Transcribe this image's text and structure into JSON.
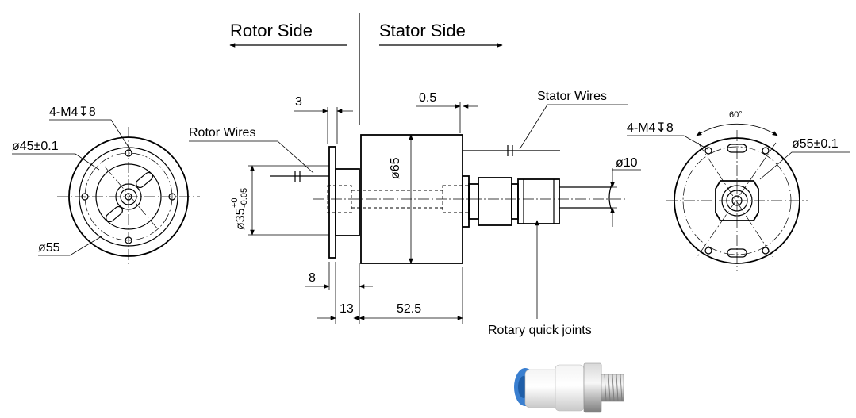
{
  "headers": {
    "rotor_side": "Rotor Side",
    "stator_side": "Stator Side"
  },
  "callouts": {
    "left_thread": "4-M4↧8",
    "left_bolt_circle": "ø45±0.1",
    "left_outer_dia": "ø55",
    "rotor_wires": "Rotor Wires",
    "stator_wires": "Stator Wires",
    "rotary_joints": "Rotary quick joints",
    "right_thread": "4-M4↧8",
    "right_outer_dia": "ø55±0.1",
    "right_angle": "60°"
  },
  "dimensions": {
    "flange_thickness": "3",
    "gap": "0.5",
    "body_diameter": "ø65",
    "rotor_diameter_base": "ø35",
    "tol_upper": "+0",
    "tol_lower": "-0.05",
    "tube_diameter": "ø10",
    "hub_length": "8",
    "rotor_length": "13",
    "body_length": "52.5"
  }
}
